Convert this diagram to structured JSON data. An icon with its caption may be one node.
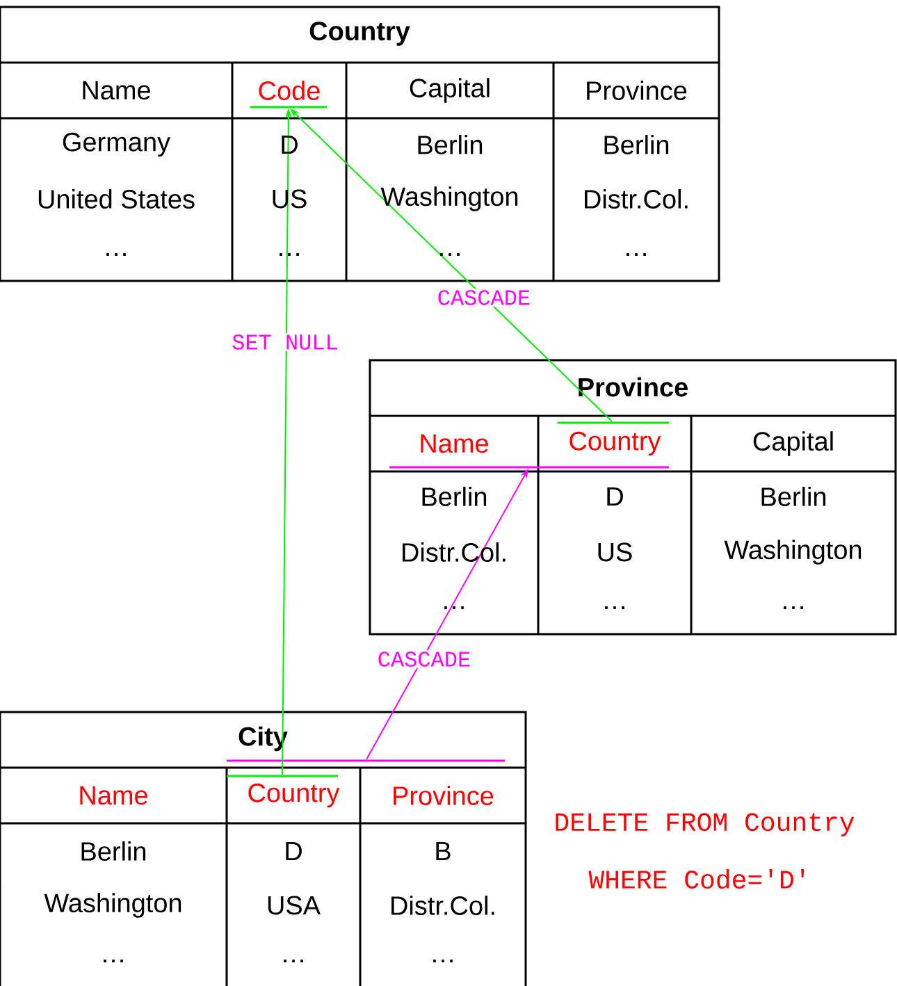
{
  "diagram": {
    "nodes": [
      {
        "text": [
          "Country"
        ]
      },
      {
        "text": [
          "Name"
        ],
        "in": 0
      },
      {
        "text": [
          "Code"
        ],
        "in": 0
      },
      {
        "text": [
          "Capital"
        ],
        "in": 0
      },
      {
        "text": [
          "Province"
        ],
        "in": 0
      },
      {
        "text": [],
        "shape": "bar",
        "in": 0
      },
      {
        "text": [
          "Province"
        ]
      },
      {
        "text": [
          "Name"
        ],
        "in": 6
      },
      {
        "text": [
          "Country"
        ],
        "in": 6
      },
      {
        "text": [
          "Capital"
        ],
        "in": 6
      },
      {
        "text": [],
        "shape": "bar",
        "in": 6
      },
      {
        "text": [],
        "shape": "bar",
        "in": 6
      },
      {
        "text": [
          "City"
        ]
      },
      {
        "text": [
          "Name"
        ],
        "in": 12
      },
      {
        "text": [
          "Country"
        ],
        "in": 12
      },
      {
        "text": [
          "Province"
        ],
        "in": 12
      },
      {
        "text": [],
        "shape": "bar",
        "in": 12
      },
      {
        "text": [],
        "shape": "bar",
        "in": 12
      }
    ],
    "edges": [
      {
        "from": 17,
        "to": 5,
        "arrow": "to",
        "label": "SET NULL"
      },
      {
        "from": 10,
        "to": 5,
        "arrow": "to",
        "label": "CASCADE"
      },
      {
        "from": 16,
        "to": 11,
        "arrow": "to",
        "label": "CASCADE",
        "color": "#ff00ff"
      }
    ],
    "labels": [
      "Germany",
      "D",
      "Berlin",
      "Berlin",
      "United States",
      "US",
      "Washington",
      "Distr.Col.",
      "…",
      "…",
      "…",
      "…",
      "Berlin",
      "D",
      "Berlin",
      "Distr.Col.",
      "US",
      "Washington",
      "…",
      "…",
      "…",
      "Berlin",
      "D",
      "B",
      "Washington",
      "USA",
      "Distr.Col.",
      "…",
      "…",
      "…",
      "DELETE FROM Country",
      "WHERE Code='D'"
    ]
  }
}
